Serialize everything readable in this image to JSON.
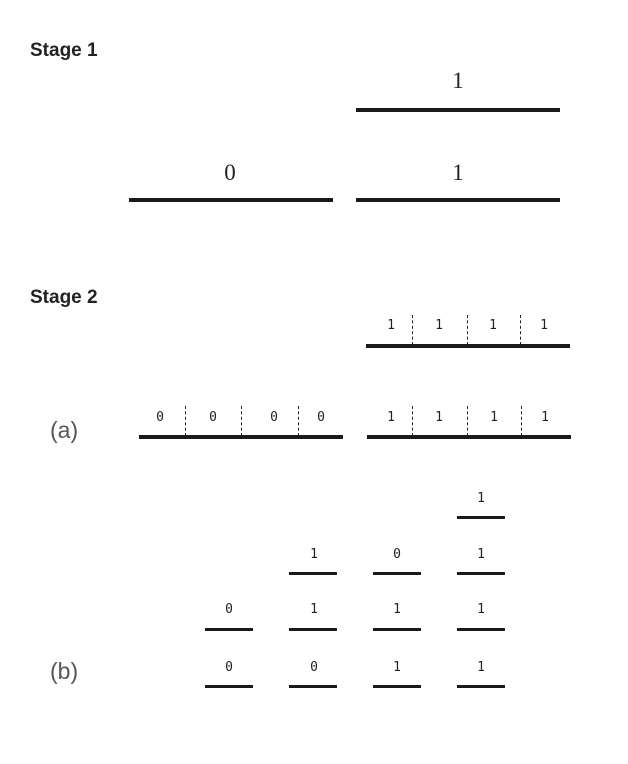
{
  "stage1": {
    "title": "Stage 1",
    "top_label": "1",
    "bottom_left_label": "0",
    "bottom_right_label": "1"
  },
  "stage2": {
    "title": "Stage 2",
    "panel_a": {
      "label": "(a)",
      "top_row": [
        "1",
        "1",
        "1",
        "1"
      ],
      "bottom_left_row": [
        "0",
        "0",
        "0",
        "0"
      ],
      "bottom_right_row": [
        "1",
        "1",
        "1",
        "1"
      ]
    },
    "panel_b": {
      "label": "(b)",
      "columns": [
        [
          "0",
          "0"
        ],
        [
          "0",
          "1",
          "1"
        ],
        [
          "1",
          "1",
          "0"
        ],
        [
          "1",
          "1",
          "1",
          "1"
        ]
      ]
    }
  }
}
